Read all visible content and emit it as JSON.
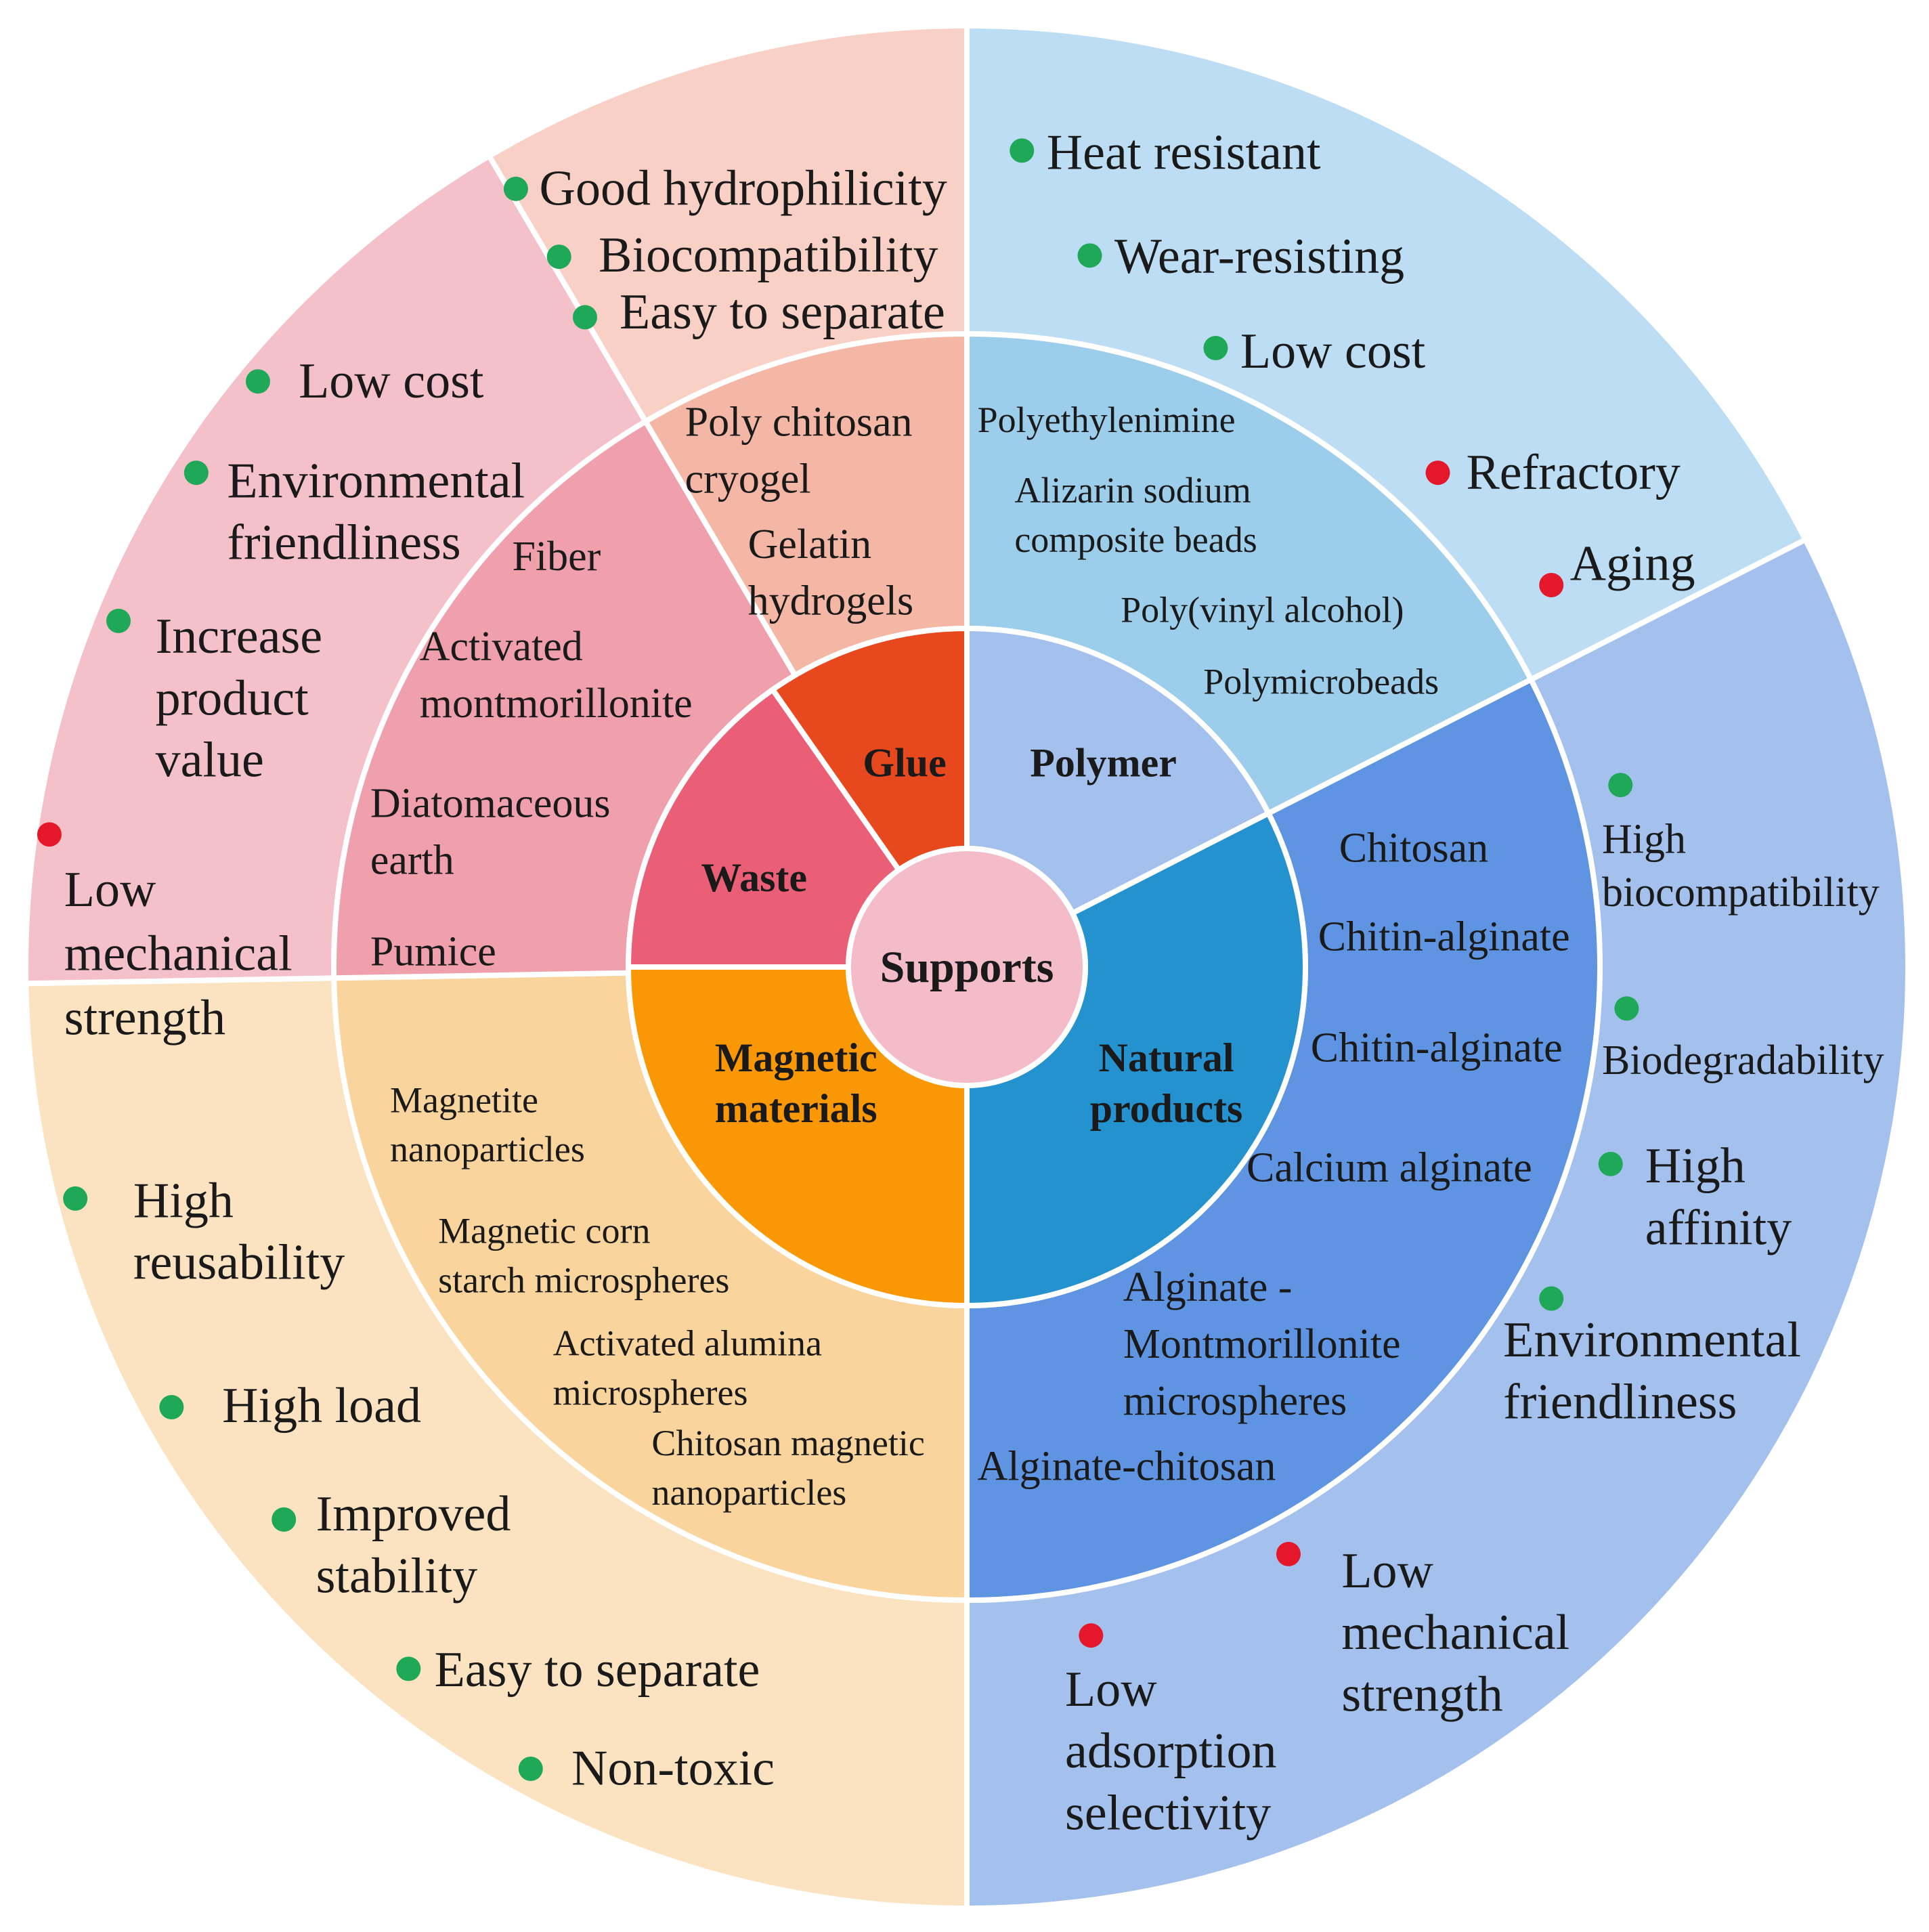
{
  "center": {
    "label": "Supports",
    "color": "#F4BCC8"
  },
  "categories": [
    {
      "id": "polymer",
      "name": [
        "Polymer"
      ],
      "colors": {
        "inner": "#A4C1EE",
        "middle": "#9CCEEB",
        "outer": "#BCDDF4"
      },
      "materials": [
        {
          "lines": [
            "Polyethylenimine"
          ]
        },
        {
          "lines": [
            "Alizarin sodium",
            "composite beads"
          ]
        },
        {
          "lines": [
            "Poly(vinyl alcohol)"
          ]
        },
        {
          "lines": [
            "Polymicrobeads"
          ]
        }
      ],
      "features": [
        {
          "lines": [
            "Heat resistant"
          ],
          "status": "advantage"
        },
        {
          "lines": [
            "Wear-resisting"
          ],
          "status": "advantage"
        },
        {
          "lines": [
            "Low cost"
          ],
          "status": "advantage"
        },
        {
          "lines": [
            "Refractory"
          ],
          "status": "disadvantage"
        },
        {
          "lines": [
            "Aging"
          ],
          "status": "disadvantage"
        }
      ]
    },
    {
      "id": "natural",
      "name": [
        "Natural",
        "products"
      ],
      "colors": {
        "inner": "#2592D0",
        "middle": "#5F94E2",
        "outer": "#A4C1EE"
      },
      "materials": [
        {
          "lines": [
            "Chitosan"
          ]
        },
        {
          "lines": [
            "Chitin-alginate"
          ]
        },
        {
          "lines": [
            "Chitin-alginate"
          ]
        },
        {
          "lines": [
            "Calcium alginate"
          ]
        },
        {
          "lines": [
            "Alginate -",
            "Montmorillonite",
            "microspheres"
          ]
        },
        {
          "lines": [
            "Alginate-chitosan"
          ]
        }
      ],
      "features": [
        {
          "lines": [
            "High",
            "biocompatibility"
          ],
          "status": "advantage"
        },
        {
          "lines": [
            "Biodegradability"
          ],
          "status": "advantage"
        },
        {
          "lines": [
            "High",
            "affinity"
          ],
          "status": "advantage"
        },
        {
          "lines": [
            "Environmental",
            "friendliness"
          ],
          "status": "advantage"
        },
        {
          "lines": [
            "Low",
            "mechanical",
            "strength"
          ],
          "status": "disadvantage"
        },
        {
          "lines": [
            "Low",
            "adsorption",
            "selectivity"
          ],
          "status": "disadvantage"
        }
      ]
    },
    {
      "id": "magnetic",
      "name": [
        "Magnetic",
        "materials"
      ],
      "colors": {
        "inner": "#FA9704",
        "middle": "#FAD49D",
        "outer": "#FBE3C1"
      },
      "materials": [
        {
          "lines": [
            "Magnetite",
            "nanoparticles"
          ]
        },
        {
          "lines": [
            "Magnetic corn",
            "starch microspheres"
          ]
        },
        {
          "lines": [
            "Activated alumina",
            "microspheres"
          ]
        },
        {
          "lines": [
            "Chitosan magnetic",
            "nanoparticles"
          ]
        }
      ],
      "features": [
        {
          "lines": [
            "High",
            "reusability"
          ],
          "status": "advantage"
        },
        {
          "lines": [
            "High load"
          ],
          "status": "advantage"
        },
        {
          "lines": [
            "Improved",
            "stability"
          ],
          "status": "advantage"
        },
        {
          "lines": [
            "Easy to separate"
          ],
          "status": "advantage"
        },
        {
          "lines": [
            "Non-toxic"
          ],
          "status": "advantage"
        }
      ]
    },
    {
      "id": "waste",
      "name": [
        "Waste"
      ],
      "colors": {
        "inner": "#EA5E76",
        "middle": "#F0A0AD",
        "outer": "#F4C0CA"
      },
      "materials": [
        {
          "lines": [
            "Fiber"
          ]
        },
        {
          "lines": [
            "Activated",
            "montmorillonite"
          ]
        },
        {
          "lines": [
            "Diatomaceous",
            "earth"
          ]
        },
        {
          "lines": [
            "Pumice"
          ]
        }
      ],
      "features": [
        {
          "lines": [
            "Low cost"
          ],
          "status": "advantage"
        },
        {
          "lines": [
            "Environmental",
            "friendliness"
          ],
          "status": "advantage"
        },
        {
          "lines": [
            "Increase",
            "product",
            "value"
          ],
          "status": "advantage"
        },
        {
          "lines": [
            "Low",
            "mechanical",
            "strength"
          ],
          "status": "disadvantage"
        }
      ]
    },
    {
      "id": "glue",
      "name": [
        "Glue"
      ],
      "colors": {
        "inner": "#E7481E",
        "middle": "#F4B7A6",
        "outer": "#F8D0C6"
      },
      "materials": [
        {
          "lines": [
            "Poly chitosan",
            "cryogel"
          ]
        },
        {
          "lines": [
            "Gelatin",
            "hydrogels"
          ]
        }
      ],
      "features": [
        {
          "lines": [
            "Good hydrophilicity"
          ],
          "status": "advantage"
        },
        {
          "lines": [
            "Biocompatibility"
          ],
          "status": "advantage"
        },
        {
          "lines": [
            "Easy to separate"
          ],
          "status": "advantage"
        }
      ]
    }
  ],
  "status_colors": {
    "advantage": "#1EA857",
    "disadvantage": "#E5182B"
  }
}
